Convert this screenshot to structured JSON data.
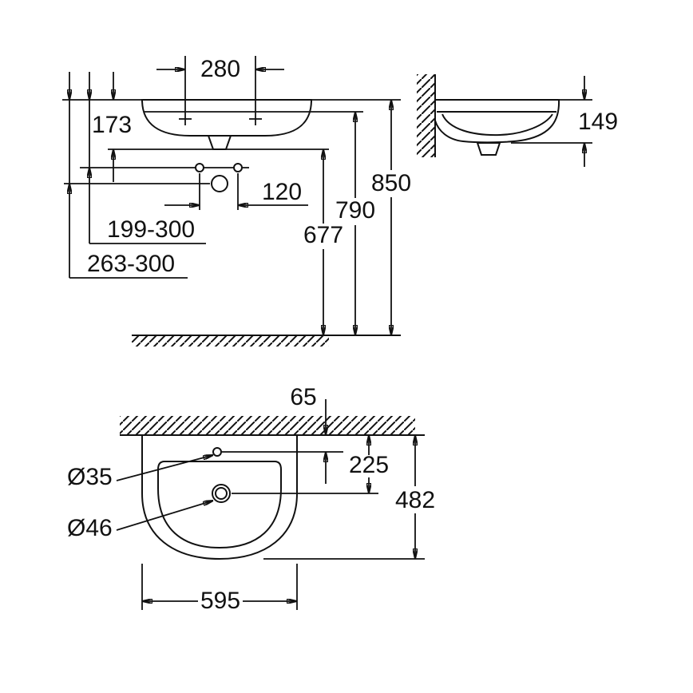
{
  "colors": {
    "ink": "#111111",
    "background": "#ffffff"
  },
  "front_view": {
    "dim280": "280",
    "dim173": "173",
    "dim199": "199-300",
    "dim263": "263-300",
    "dim120": "120",
    "dim677": "677",
    "dim790": "790",
    "dim850": "850"
  },
  "side_view": {
    "dim149": "149"
  },
  "plan_view": {
    "dim65": "65",
    "dim225": "225",
    "dim482": "482",
    "dim595": "595",
    "dia35": "Ø35",
    "dia46": "Ø46"
  }
}
